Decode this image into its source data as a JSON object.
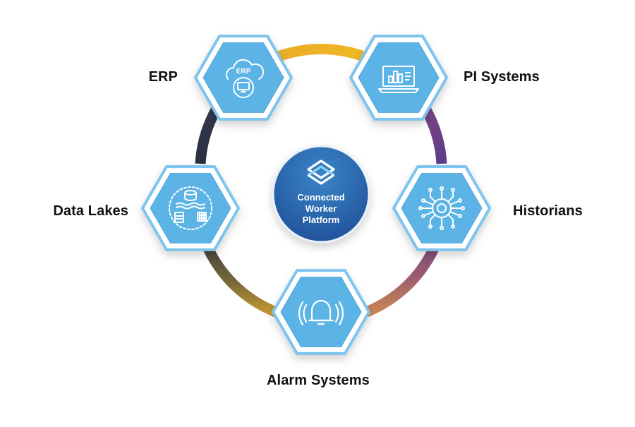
{
  "hub": {
    "lines": [
      "Connected",
      "Worker",
      "Platform"
    ]
  },
  "nodes": {
    "erp": {
      "label": "ERP",
      "icon": "cloud-monitor-icon",
      "badge": "ERP"
    },
    "pi": {
      "label": "PI Systems",
      "icon": "laptop-chart-icon"
    },
    "historians": {
      "label": "Historians",
      "icon": "chip-circuit-icon"
    },
    "datalakes": {
      "label": "Data Lakes",
      "icon": "database-network-icon"
    },
    "alarm": {
      "label": "Alarm Systems",
      "icon": "alarm-bell-icon"
    }
  },
  "colors": {
    "hex_fill": "#5cb3e6",
    "hex_border": "#7ec4ee",
    "hub_dark": "#1f4f9a",
    "hub_light": "#2f7bc0",
    "ring_gold": "#e8b030",
    "ring_purple": "#6a3f86",
    "ring_dark": "#2d3346"
  }
}
